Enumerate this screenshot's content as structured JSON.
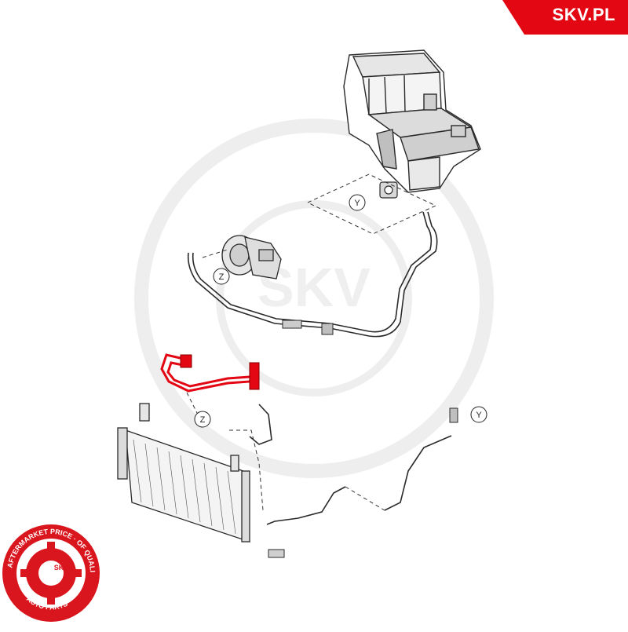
{
  "brand": {
    "text": "SKV.PL",
    "color": "#e30613"
  },
  "watermark": {
    "text": "SKV",
    "color": "#ededed"
  },
  "callouts": [
    {
      "id": "Y",
      "label": "Y"
    },
    {
      "id": "Z",
      "label": "Z"
    },
    {
      "id": "Z2",
      "label": "Z"
    },
    {
      "id": "Y2",
      "label": "Y"
    }
  ],
  "seal": {
    "top_text": "AFTERMARKET PRICE · OF QUALITY",
    "bottom_text": "AUTO PARTS",
    "center_text": "SKV",
    "color": "#d9151d"
  },
  "colors": {
    "highlight_hose": "#e30613",
    "line": "#2a2a2a",
    "shade": "#bfbfbf"
  }
}
